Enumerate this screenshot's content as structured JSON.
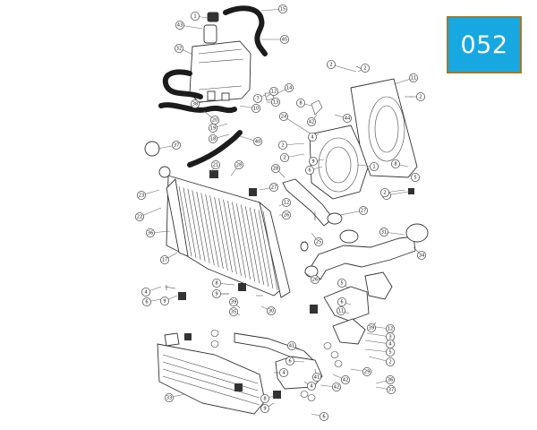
{
  "badge": {
    "text": "052",
    "color": "#17a8e2",
    "border": "#a07a2a"
  },
  "callouts": [
    "1",
    "43",
    "32",
    "15",
    "45",
    "38",
    "12",
    "13",
    "14",
    "10",
    "11",
    "2",
    "2",
    "2",
    "8",
    "44",
    "42",
    "4",
    "1",
    "6",
    "9",
    "8",
    "5",
    "3",
    "24",
    "7",
    "2",
    "2",
    "2",
    "28",
    "19",
    "18",
    "40",
    "20",
    "21",
    "28",
    "27",
    "27",
    "22",
    "23",
    "36",
    "37",
    "12",
    "26",
    "17",
    "4",
    "9",
    "8",
    "9",
    "6",
    "30",
    "26",
    "25",
    "31",
    "34",
    "5",
    "6",
    "11",
    "12",
    "3",
    "4",
    "29",
    "5",
    "41",
    "6",
    "42",
    "42",
    "41",
    "4",
    "4",
    "2",
    "33",
    "36",
    "37",
    "8",
    "9",
    "6",
    "39",
    "35",
    "39",
    "27"
  ]
}
